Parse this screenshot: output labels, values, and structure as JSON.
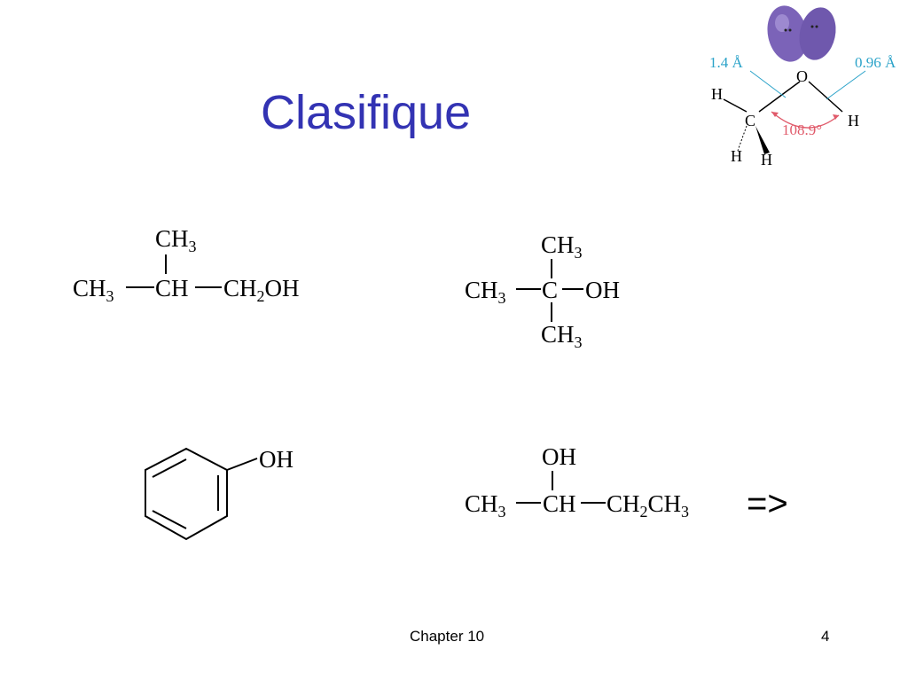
{
  "slide": {
    "title": "Clasifique",
    "footer_chapter": "Chapter 10",
    "page_number": "4",
    "next_arrow": "=>"
  },
  "methanol_diagram": {
    "o_label": "O",
    "c_label": "C",
    "h_labels": [
      "H",
      "H",
      "H",
      "H"
    ],
    "co_bond_length": "1.4 Å",
    "oh_bond_length": "0.96 Å",
    "bond_angle": "108.9°",
    "colors": {
      "orbital": "#7b63b8",
      "bond_length_label": "#2ba3c9",
      "angle_label": "#e05a6a"
    }
  },
  "molecule1": {
    "top_group": "CH",
    "top_sub": "3",
    "left_group": "CH",
    "left_sub": "3",
    "center_group": "CH",
    "right_group_a": "CH",
    "right_sub": "2",
    "right_group_b": "OH"
  },
  "molecule2": {
    "top_group": "CH",
    "top_sub": "3",
    "left_group": "CH",
    "left_sub": "3",
    "center_atom": "C",
    "right_group": "OH",
    "bottom_group": "CH",
    "bottom_sub": "3"
  },
  "molecule3": {
    "substituent": "OH"
  },
  "molecule4": {
    "top_group": "OH",
    "left_group": "CH",
    "left_sub": "3",
    "center_group": "CH",
    "right_group_a": "CH",
    "right_sub_a": "2",
    "right_group_b": "CH",
    "right_sub_b": "3"
  }
}
